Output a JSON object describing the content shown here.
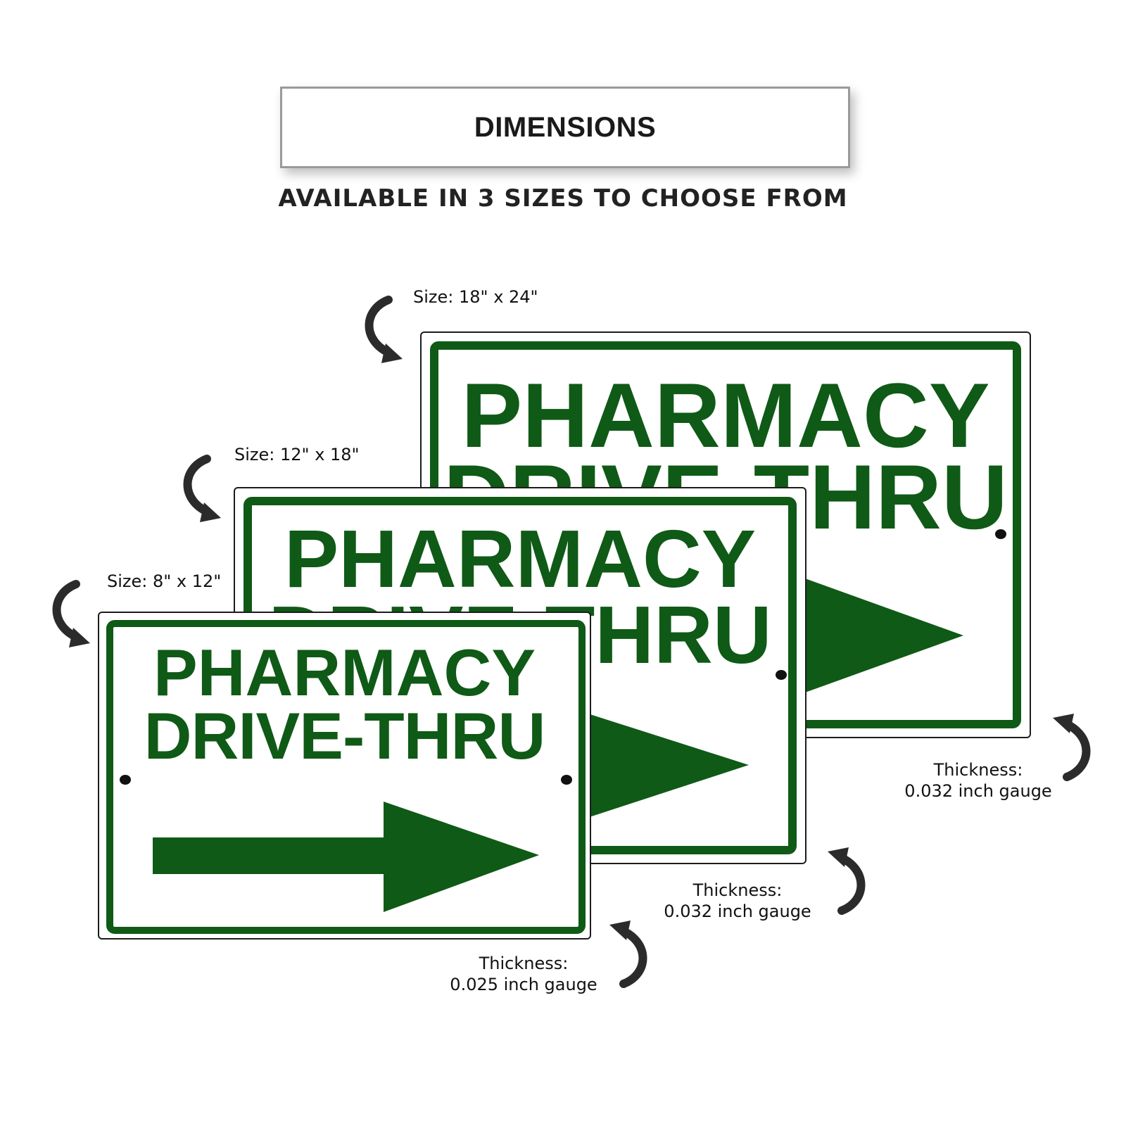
{
  "header": {
    "title": "DIMENSIONS",
    "subtitle": "AVAILABLE IN 3 SIZES TO CHOOSE FROM"
  },
  "signs": [
    {
      "line1": "PHARMACY",
      "line2": "DRIVE-THRU",
      "size_label": "Size: 18\" x 24\"",
      "thickness_label": "Thickness:",
      "gauge_label": "0.032 inch gauge"
    },
    {
      "line1": "PHARMACY",
      "line2": "DRIVE-THRU",
      "size_label": "Size: 12\" x 18\"",
      "thickness_label": "Thickness:",
      "gauge_label": "0.032 inch gauge"
    },
    {
      "line1": "PHARMACY",
      "line2": "DRIVE-THRU",
      "size_label": "Size: 8\" x 12\"",
      "thickness_label": "Thickness:",
      "gauge_label": "0.025 inch gauge"
    }
  ],
  "colors": {
    "sign_green": "#0f5a16",
    "sign_background": "#ffffff",
    "text_dark": "#1a1a1a"
  },
  "icons": {
    "callout_arrow": "curved-arrow-icon"
  }
}
